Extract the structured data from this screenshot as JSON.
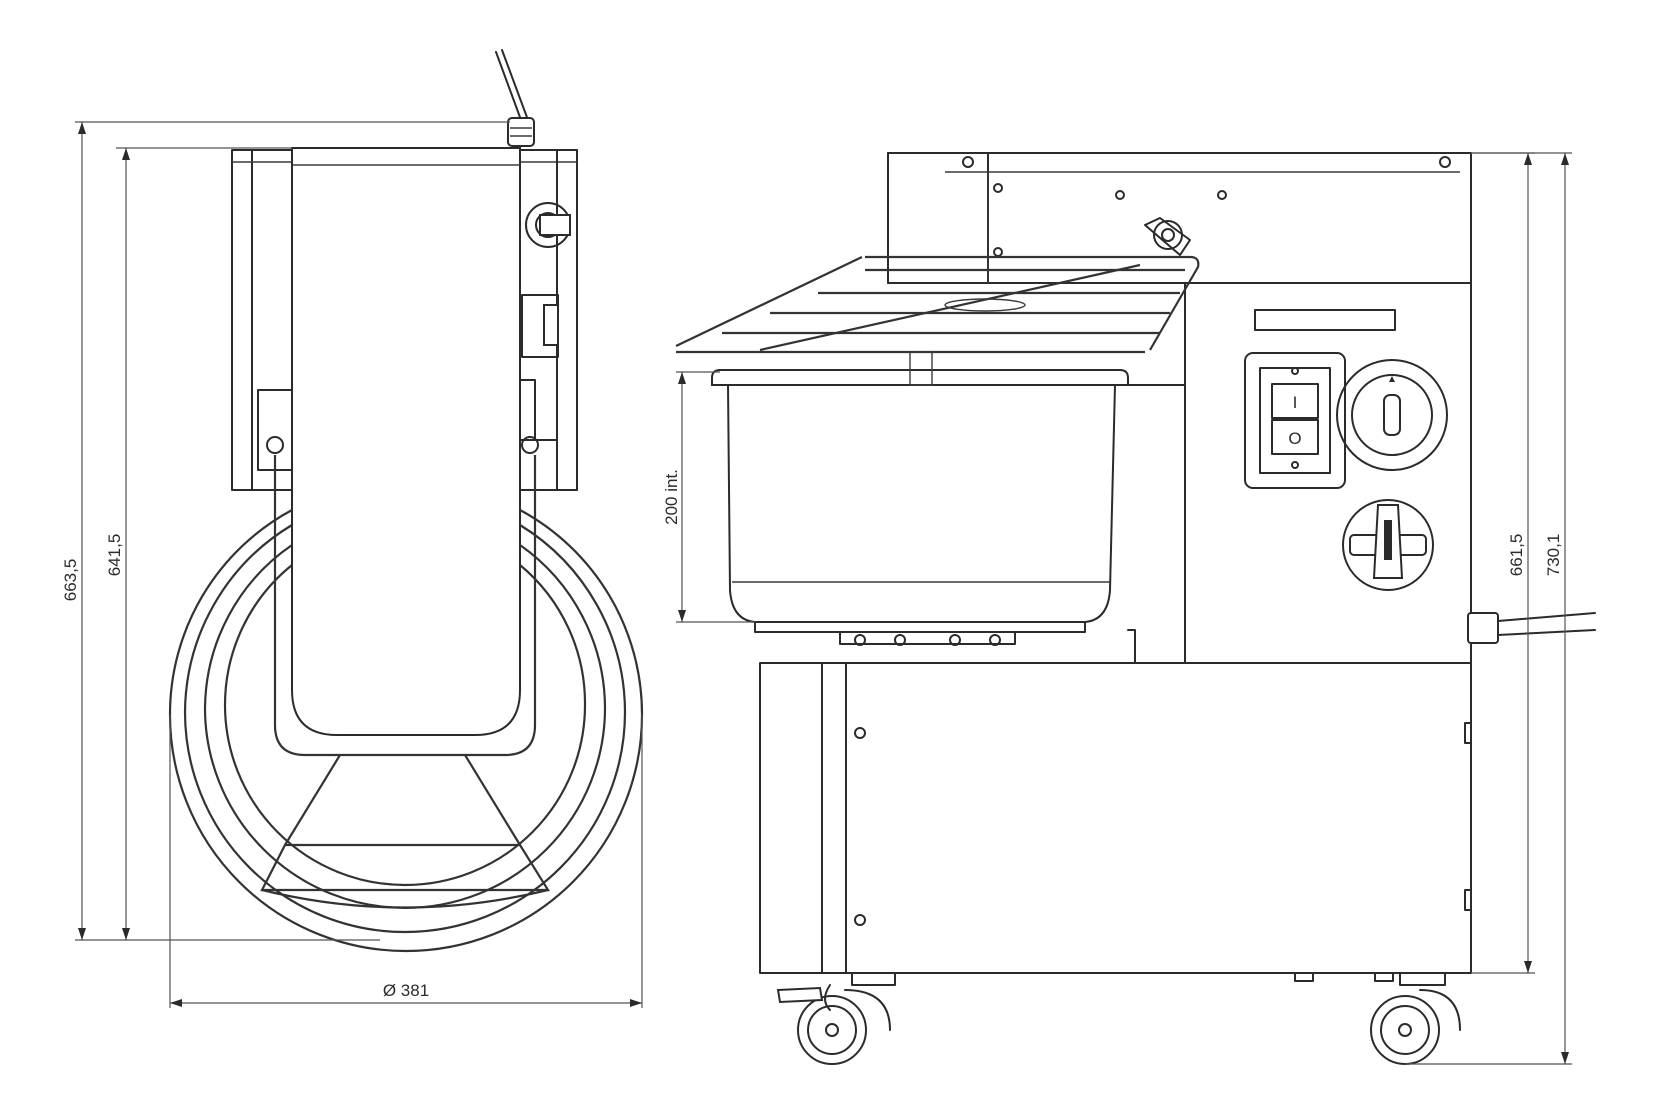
{
  "dimensions": {
    "side_total_height": "663,5",
    "side_body_height": "641,5",
    "bowl_diameter": "Ø 381",
    "bowl_inner_height": "200 int.",
    "front_body_height": "661,5",
    "front_total_height": "730,1"
  },
  "control_panel": {
    "switch_on_symbol": "I",
    "switch_off_symbol": "O"
  }
}
